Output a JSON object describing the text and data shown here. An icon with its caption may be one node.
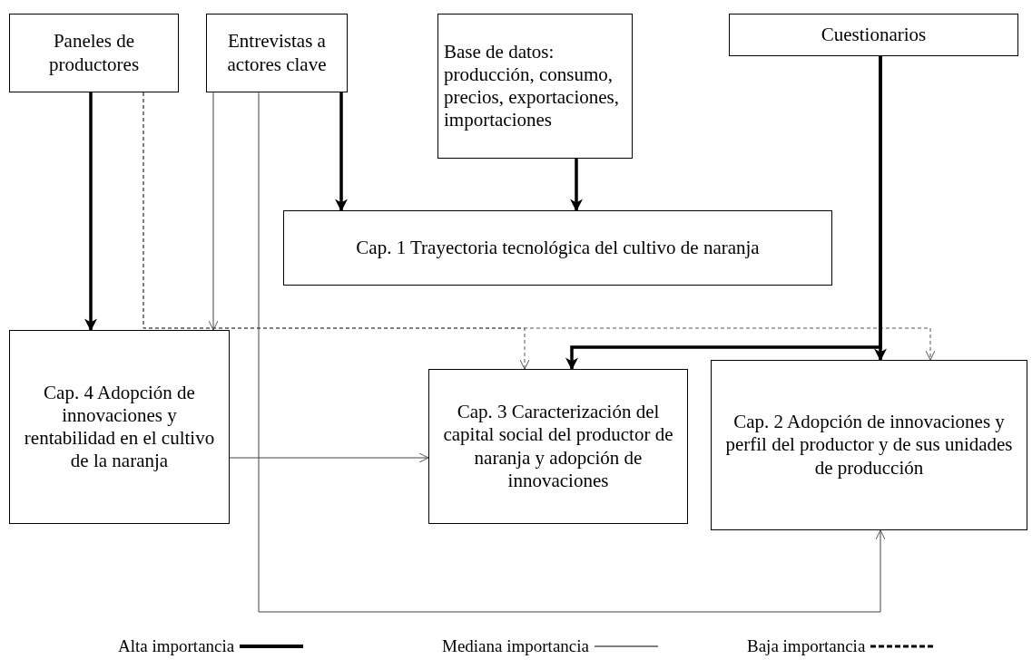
{
  "diagram": {
    "nodes": [
      {
        "text": [
          "Paneles de productores"
        ]
      },
      {
        "text": [
          "Entrevistas a actores clave"
        ]
      },
      {
        "text": [
          "Base de datos: producción, consumo, precios, exportaciones, importaciones"
        ]
      },
      {
        "text": [
          "Cuestionarios"
        ]
      },
      {
        "text": [
          "Cap. 1 Trayectoria tecnológica del cultivo de naranja"
        ]
      },
      {
        "text": [
          "Cap. 4 Adopción de innovaciones y rentabilidad en el cultivo de la naranja"
        ]
      },
      {
        "text": [
          "Cap. 3 Caracterización del capital social del productor de naranja y adopción de innovaciones"
        ]
      },
      {
        "text": [
          "Cap. 2 Adopción de innovaciones y perfil del productor y de sus unidades de producción"
        ]
      }
    ],
    "edges": [
      {
        "from": 0,
        "to": 5,
        "arrow": "to",
        "style": "thick"
      },
      {
        "from": 0,
        "to": 6,
        "arrow": "to",
        "style": "dashed"
      },
      {
        "from": 0,
        "to": 7,
        "arrow": "to",
        "style": "dashed"
      },
      {
        "from": 1,
        "to": 4,
        "arrow": "to",
        "style": "thick"
      },
      {
        "from": 1,
        "to": 5,
        "arrow": "to"
      },
      {
        "from": 1,
        "to": 7,
        "arrow": "to"
      },
      {
        "from": 2,
        "to": 4,
        "arrow": "to",
        "style": "thick"
      },
      {
        "from": 3,
        "to": 7,
        "arrow": "to",
        "style": "thick"
      },
      {
        "from": 3,
        "to": 6,
        "arrow": "to",
        "style": "thick"
      },
      {
        "from": 5,
        "to": 6,
        "arrow": "to"
      }
    ],
    "legend": [
      {
        "text": "Alta importancia"
      },
      {
        "text": "Mediana importancia"
      },
      {
        "text": "Baja importancia"
      }
    ]
  }
}
